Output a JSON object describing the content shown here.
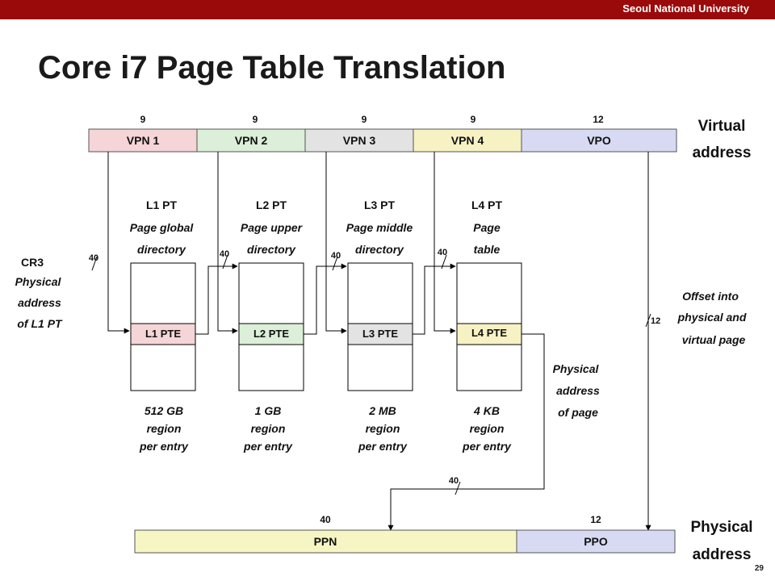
{
  "header": {
    "org": "Seoul National University",
    "title": "Core i7 Page Table Translation",
    "page_number": "29"
  },
  "colors": {
    "header_bar": "#9b0a0a",
    "vpn1": "#f5d5d7",
    "vpn2": "#dcefd9",
    "vpn3": "#e3e3e3",
    "vpn4": "#f6f2c4",
    "vpo": "#d7daf2",
    "ppn": "#f6f5c4",
    "ppo": "#d7daf2"
  },
  "virtual_address": {
    "label_line1": "Virtual",
    "label_line2": "address",
    "fields": [
      {
        "label": "VPN 1",
        "bits": "9"
      },
      {
        "label": "VPN 2",
        "bits": "9"
      },
      {
        "label": "VPN 3",
        "bits": "9"
      },
      {
        "label": "VPN 4",
        "bits": "9"
      },
      {
        "label": "VPO",
        "bits": "12"
      }
    ]
  },
  "tables": [
    {
      "name": "L1 PT",
      "desc1": "Page global",
      "desc2": "directory",
      "pte": "L1 PTE",
      "region1": "512 GB",
      "region2": "region",
      "region3": "per entry",
      "bits_in": "40"
    },
    {
      "name": "L2 PT",
      "desc1": "Page upper",
      "desc2": "directory",
      "pte": "L2 PTE",
      "region1": "1 GB",
      "region2": "region",
      "region3": "per entry",
      "bits_in": "40"
    },
    {
      "name": "L3 PT",
      "desc1": "Page middle",
      "desc2": "directory",
      "pte": "L3 PTE",
      "region1": "2 MB",
      "region2": "region",
      "region3": "per entry",
      "bits_in": "40"
    },
    {
      "name": "L4 PT",
      "desc1": "Page",
      "desc2": "table",
      "pte": "L4 PTE",
      "region1": "4 KB",
      "region2": "region",
      "region3": "per entry",
      "bits_in": "40"
    }
  ],
  "cr3": {
    "label": "CR3",
    "desc1": "Physical",
    "desc2": "address",
    "desc3": "of L1 PT"
  },
  "offset_note": {
    "line1": "Offset into",
    "line2": "physical and",
    "line3": "virtual page",
    "bits": "12"
  },
  "page_address_note": {
    "line1": "Physical",
    "line2": "address",
    "line3": "of page",
    "bits": "40"
  },
  "physical_address": {
    "label_line1": "Physical",
    "label_line2": "address",
    "fields": [
      {
        "label": "PPN",
        "bits": "40"
      },
      {
        "label": "PPO",
        "bits": "12"
      }
    ]
  }
}
